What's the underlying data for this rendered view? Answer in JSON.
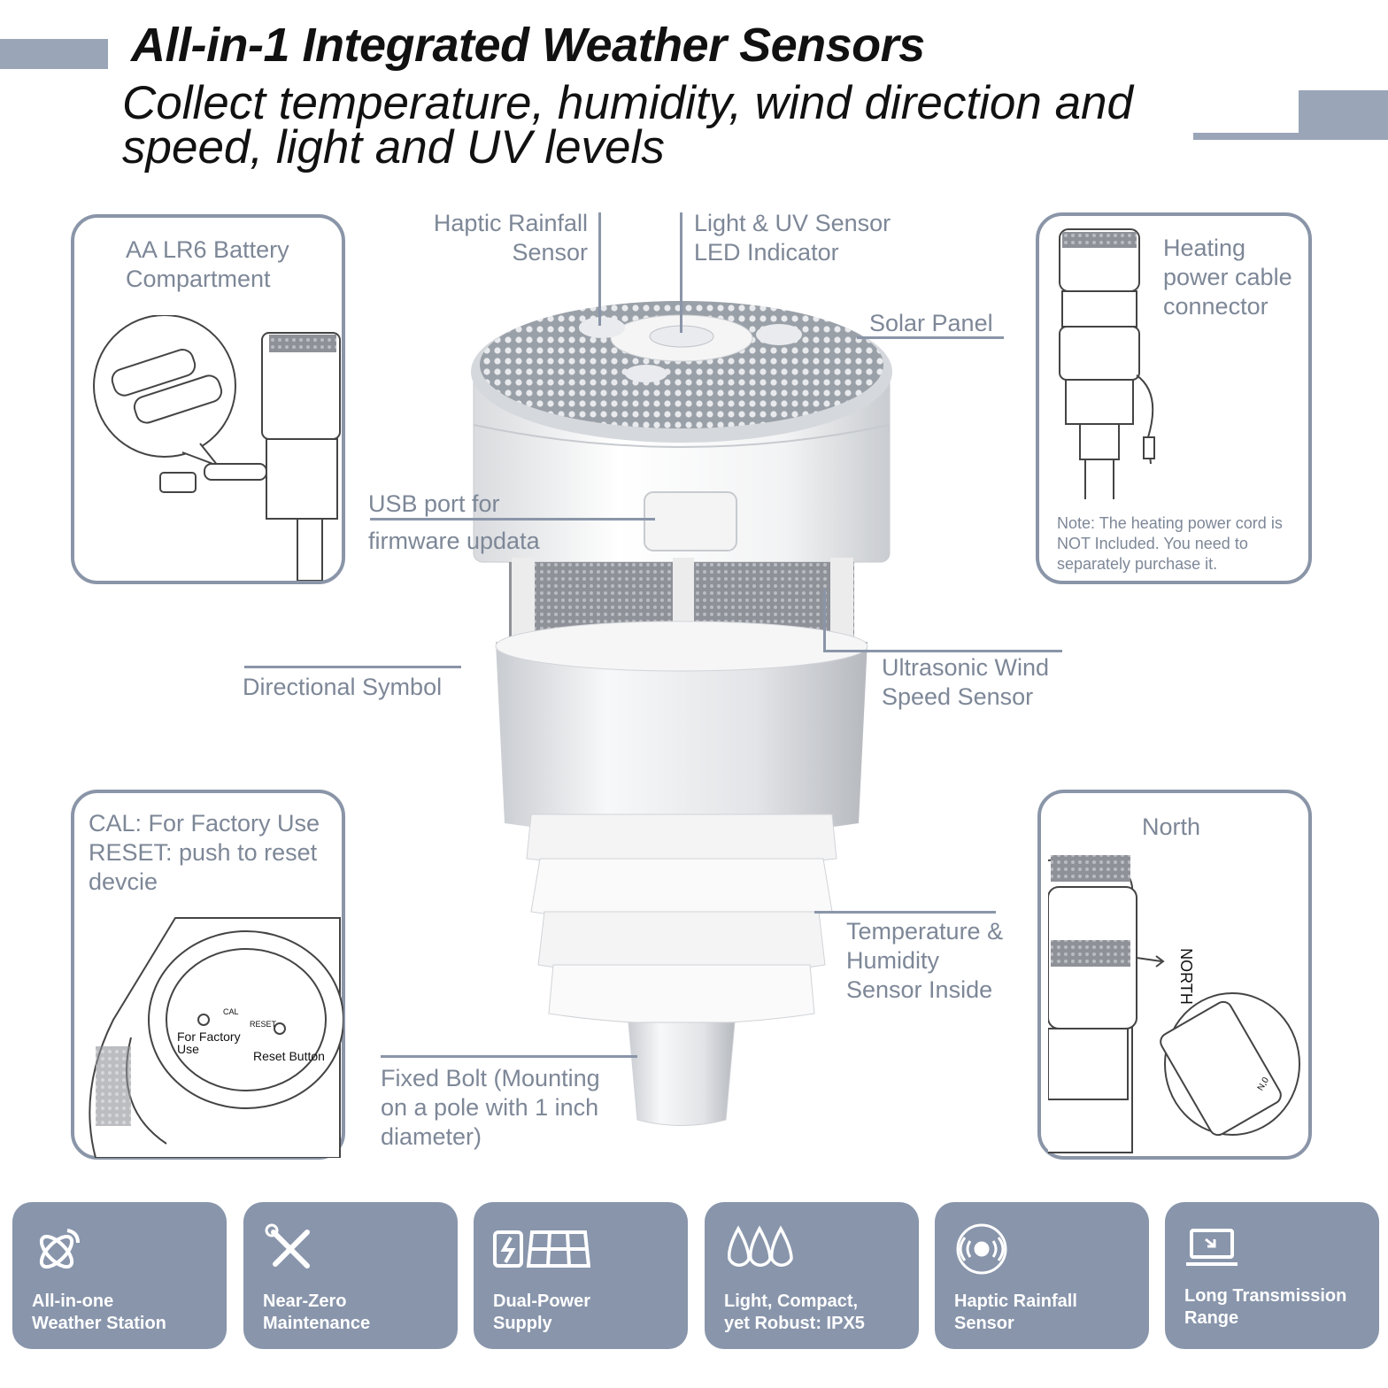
{
  "header": {
    "title": "All-in-1 Integrated Weather Sensors",
    "subtitle": "Collect temperature, humidity, wind direction and speed, light and UV levels"
  },
  "callouts": {
    "battery": "AA LR6 Battery Compartment",
    "rainfall": "Haptic Rainfall Sensor",
    "light_uv": "Light & UV Sensor LED Indicator",
    "solar": "Solar Panel",
    "usb": "USB port for firmware updata",
    "directional": "Directional Symbol",
    "ultrasonic": "Ultrasonic Wind Speed Sensor",
    "temperature": "Temperature & Humidity Sensor Inside",
    "bolt": "Fixed Bolt (Mounting on a pole with 1 inch diameter)"
  },
  "heating": {
    "label": "Heating power cable connector",
    "note": "Note: The heating power cord is NOT Included. You need to separately purchase it."
  },
  "cal_panel": {
    "cal_text": "CAL: For Factory Use",
    "reset_text": "RESET: push to reset devcie",
    "factory_label": "For Factory Use",
    "reset_button_label": "Reset Button",
    "cal_mark": "CAL",
    "reset_mark": "RESET"
  },
  "north_panel": {
    "label": "North",
    "arrow_label": "NORTH",
    "phone_text": "N,0"
  },
  "features": [
    {
      "icon": "satellite-icon",
      "label": "All-in-one\nWeather Station"
    },
    {
      "icon": "tools-icon",
      "label": "Near-Zero\nMaintenance"
    },
    {
      "icon": "battery-solar-icon",
      "label": "Dual-Power\nSupply"
    },
    {
      "icon": "water-drops-icon",
      "label": "Light, Compact,\nyet Robust: IPX5"
    },
    {
      "icon": "haptic-sensor-icon",
      "label": "Haptic Rainfall\nSensor"
    },
    {
      "icon": "laptop-icon",
      "label": "Long Transmission\nRange"
    }
  ],
  "colors": {
    "accent": "#8895ab",
    "text_gray": "#7d8797",
    "title": "#111111"
  }
}
